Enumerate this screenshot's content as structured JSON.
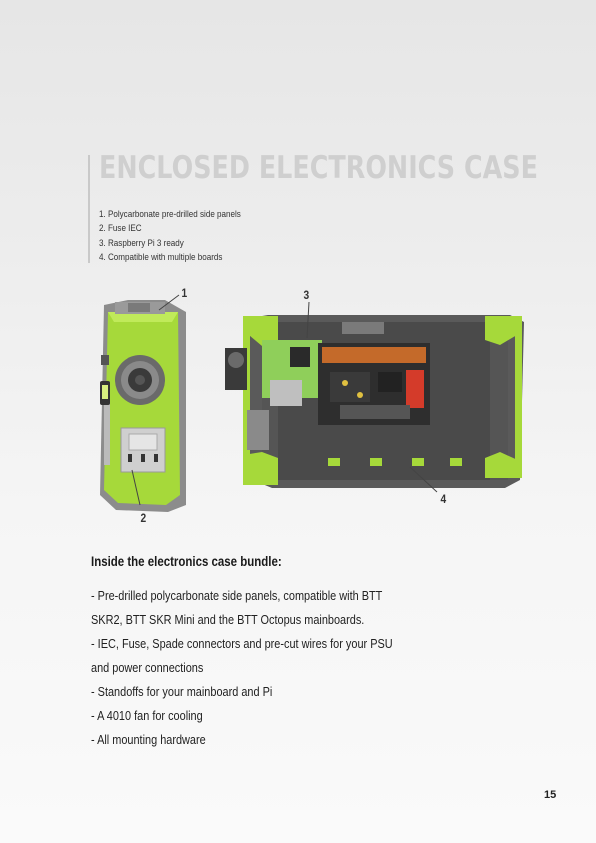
{
  "header": {
    "title": "ENCLOSED ELECTRONICS CASE"
  },
  "features": [
    "1. Polycarbonate pre-drilled side panels",
    "2. Fuse IEC",
    "3. Raspberry Pi 3 ready",
    "4. Compatible with multiple boards"
  ],
  "callouts": {
    "c1": "1",
    "c2": "2",
    "c3": "3",
    "c4": "4"
  },
  "bundle": {
    "title": "Inside the electronics case bundle:",
    "lines": [
      "- Pre-drilled polycarbonate side panels, compatible with BTT",
      "SKR2, BTT SKR Mini and the BTT Octopus mainboards.",
      "- IEC, Fuse, Spade connectors and pre-cut wires for your PSU",
      "and power connections",
      "- Standoffs for your mainboard and Pi",
      "- A 4010 fan for cooling",
      "- All mounting hardware"
    ]
  },
  "page": {
    "number": "15"
  },
  "colors": {
    "accent_green": "#a6d93a",
    "case_gray": "#4a4a4a",
    "title_gray": "#cfcfcf"
  }
}
